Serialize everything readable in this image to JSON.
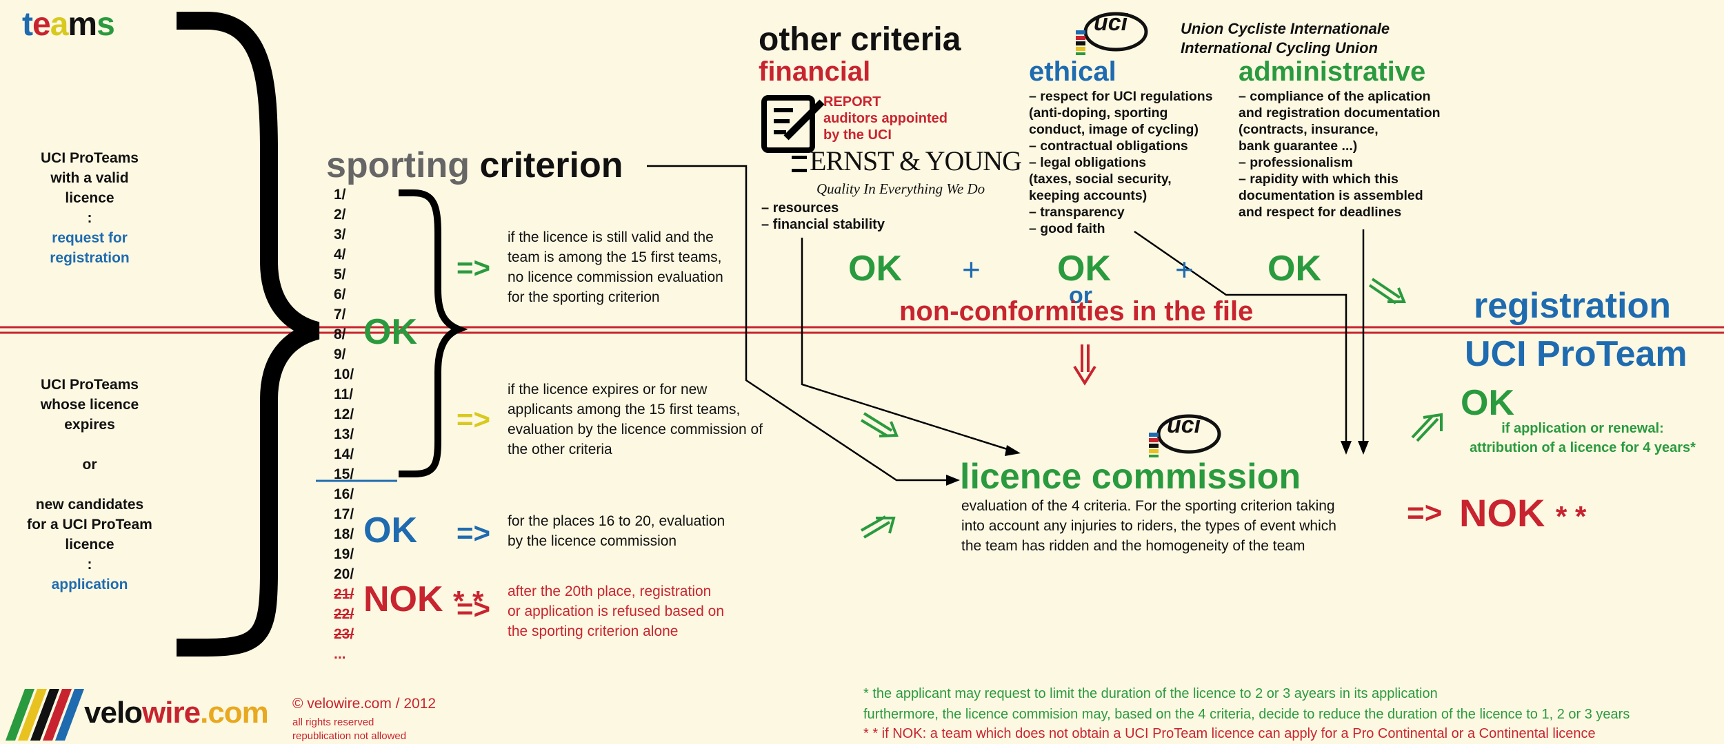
{
  "title": {
    "t1": "t",
    "t2": "e",
    "t3": "a",
    "t4": "m",
    "t5": "s"
  },
  "left": {
    "block1": [
      "UCI ProTeams",
      "with a valid",
      "licence",
      ":"
    ],
    "block1_link": [
      "request for",
      "registration"
    ],
    "block2": [
      "UCI ProTeams",
      "whose licence",
      "expires",
      "",
      "or",
      "",
      "new candidates",
      "for a UCI ProTeam",
      "licence",
      ":"
    ],
    "block2_link": "application"
  },
  "sporting": {
    "word1": "sporting",
    "word2": "criterion"
  },
  "ranks": [
    "1/",
    "2/",
    "3/",
    "4/",
    "5/",
    "6/",
    "7/",
    "8/",
    "9/",
    "10/",
    "11/",
    "12/",
    "13/",
    "14/",
    "15/",
    "16/",
    "17/",
    "18/",
    "19/",
    "20/"
  ],
  "ranks_refused": [
    "21/",
    "22/",
    "23/",
    "..."
  ],
  "ok_label": "OK",
  "nok_label": "NOK",
  "stars": "* *",
  "arrow": "=>",
  "desc": {
    "top": [
      "if the licence is still valid and the",
      "team is among the 15 first teams,",
      "no licence commission evaluation",
      "for the sporting criterion"
    ],
    "mid": [
      "if the licence expires or for new",
      "applicants among the 15 first teams,",
      "evaluation by the licence commission of",
      "the other criteria"
    ],
    "low": [
      "for the places 16 to 20, evaluation",
      "by the licence commission"
    ],
    "refused": [
      "after the 20th place, registration",
      "or application is refused based on",
      "the sporting criterion alone"
    ]
  },
  "other": {
    "title": "other criteria",
    "financial": "financial",
    "report": [
      "REPORT",
      "auditors appointed",
      "by the UCI"
    ],
    "ey_name": "ERNST & YOUNG",
    "ey_tag": "Quality In Everything We Do",
    "fin_items": [
      "– resources",
      "– financial stability"
    ],
    "ethical": "ethical",
    "eth_items": [
      "– respect for UCI regulations",
      "(anti-doping, sporting",
      "conduct, image of cycling)",
      "– contractual obligations",
      "– legal obligations",
      "(taxes, social security,",
      "keeping accounts)",
      "– transparency",
      "– good faith"
    ],
    "administrative": "administrative",
    "adm_items": [
      "– compliance of the aplication",
      "and registration documentation",
      "(contracts, insurance,",
      "bank guarantee ...)",
      "– professionalism",
      "– rapidity with which this",
      "documentation is assembled",
      "and respect for deadlines"
    ]
  },
  "uci": {
    "logo": "uci",
    "line1": "Union Cycliste Internationale",
    "line2": "International Cycling Union"
  },
  "status": {
    "plus": "+",
    "or": "or",
    "nonconf": "non-conformities in the file"
  },
  "commission": {
    "title": "licence commission",
    "text": [
      "evaluation of the 4 criteria. For the sporting criterion taking",
      "into account any injuries to riders, the types of event which",
      "the team has ridden and the homogeneity of the team"
    ]
  },
  "registration": {
    "title": "registration",
    "subtitle": "UCI ProTeam",
    "ok_note": [
      "if application or renewal:",
      "attribution of a licence for 4 years*"
    ]
  },
  "footer": {
    "brand1": "velo",
    "brand2": "wire",
    "brand3": ".com",
    "copyright": "© velowire.com / 2012",
    "rights": "all rights reserved",
    "republication": "republication not allowed",
    "note1": "* the applicant may request to limit the duration of the licence to 2 or 3 ayears in its application",
    "note2": "furthermore, the licence commision may, based on the 4 criteria, decide to reduce the duration of the licence to 1, 2 or 3 years",
    "note3": "* * if NOK: a team which does not obtain a UCI ProTeam licence can apply for a Pro Continental or a Continental licence"
  },
  "colors": {
    "blue": "#1f6bb0",
    "green": "#2a9a3f",
    "red": "#c8242f",
    "yellow": "#d8c91f",
    "background": "#fdf8e2"
  }
}
